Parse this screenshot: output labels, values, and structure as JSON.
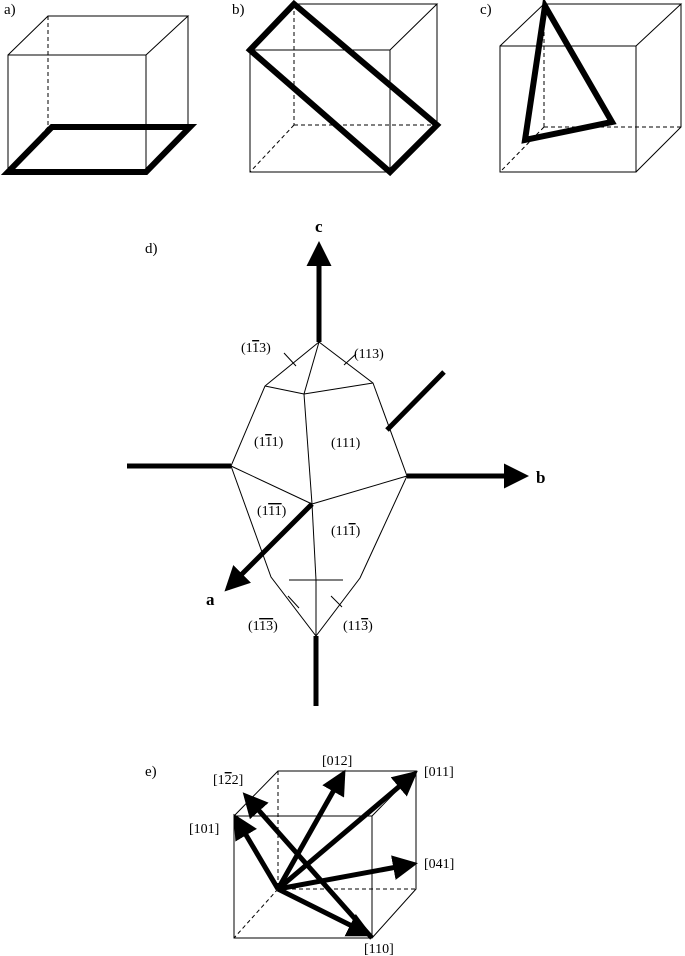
{
  "panels": {
    "a": {
      "label": "a)"
    },
    "b": {
      "label": "b)"
    },
    "c": {
      "label": "c)"
    },
    "d": {
      "label": "d)",
      "axes": {
        "c": "c",
        "b": "b",
        "a": "a"
      },
      "faces": [
        {
          "id": "f1",
          "pre": "(1",
          "bar": "1",
          "post": "3)"
        },
        {
          "id": "f2",
          "pre": "(113)",
          "bar": "",
          "post": ""
        },
        {
          "id": "f3",
          "pre": "(1",
          "bar": "1",
          "post": "1)"
        },
        {
          "id": "f4",
          "pre": "(111)",
          "bar": "",
          "post": ""
        },
        {
          "id": "f5",
          "pre": "(1",
          "bar": "11",
          "post": ")"
        },
        {
          "id": "f6",
          "pre": "(11",
          "bar": "1",
          "post": ")"
        },
        {
          "id": "f7",
          "pre": "(1",
          "bar": "13",
          "post": ")"
        },
        {
          "id": "f8",
          "pre": "(11",
          "bar": "3",
          "post": ")"
        }
      ]
    },
    "e": {
      "label": "e)",
      "directions": [
        {
          "id": "d122",
          "pre": "[1",
          "bar": "2",
          "post": "2]"
        },
        {
          "id": "d012",
          "pre": "[012]",
          "bar": "",
          "post": ""
        },
        {
          "id": "d011",
          "pre": "[011]",
          "bar": "",
          "post": ""
        },
        {
          "id": "d101",
          "pre": "[101]",
          "bar": "",
          "post": ""
        },
        {
          "id": "d041",
          "pre": "[041]",
          "bar": "",
          "post": ""
        },
        {
          "id": "d110",
          "pre": "[110]",
          "bar": "",
          "post": ""
        }
      ]
    }
  }
}
